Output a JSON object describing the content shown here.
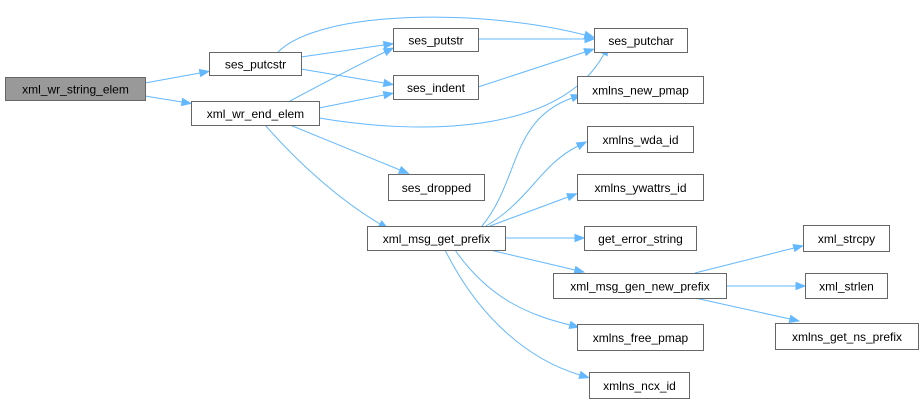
{
  "diagram": {
    "type": "call-graph",
    "colors": {
      "edge": "#63b8ff",
      "root_fill": "#999999",
      "node_fill": "#ffffff",
      "node_border": "#666666"
    },
    "nodes": [
      {
        "id": "xml_wr_string_elem",
        "label": "xml_wr_string_elem",
        "root": true
      },
      {
        "id": "ses_putcstr",
        "label": "ses_putcstr"
      },
      {
        "id": "xml_wr_end_elem",
        "label": "xml_wr_end_elem"
      },
      {
        "id": "ses_putstr",
        "label": "ses_putstr"
      },
      {
        "id": "ses_indent",
        "label": "ses_indent"
      },
      {
        "id": "ses_putchar",
        "label": "ses_putchar"
      },
      {
        "id": "ses_dropped",
        "label": "ses_dropped"
      },
      {
        "id": "xml_msg_get_prefix",
        "label": "xml_msg_get_prefix"
      },
      {
        "id": "xmlns_new_pmap",
        "label": "xmlns_new_pmap"
      },
      {
        "id": "xmlns_wda_id",
        "label": "xmlns_wda_id"
      },
      {
        "id": "xmlns_ywattrs_id",
        "label": "xmlns_ywattrs_id"
      },
      {
        "id": "get_error_string",
        "label": "get_error_string"
      },
      {
        "id": "xml_msg_gen_new_prefix",
        "label": "xml_msg_gen_new_prefix"
      },
      {
        "id": "xmlns_free_pmap",
        "label": "xmlns_free_pmap"
      },
      {
        "id": "xmlns_ncx_id",
        "label": "xmlns_ncx_id"
      },
      {
        "id": "xml_strcpy",
        "label": "xml_strcpy"
      },
      {
        "id": "xml_strlen",
        "label": "xml_strlen"
      },
      {
        "id": "xmlns_get_ns_prefix",
        "label": "xmlns_get_ns_prefix"
      }
    ],
    "edges": [
      [
        "xml_wr_string_elem",
        "ses_putcstr"
      ],
      [
        "xml_wr_string_elem",
        "xml_wr_end_elem"
      ],
      [
        "ses_putcstr",
        "ses_putchar"
      ],
      [
        "ses_putcstr",
        "ses_putstr"
      ],
      [
        "ses_putcstr",
        "ses_indent"
      ],
      [
        "xml_wr_end_elem",
        "ses_putstr"
      ],
      [
        "xml_wr_end_elem",
        "ses_indent"
      ],
      [
        "xml_wr_end_elem",
        "ses_putchar"
      ],
      [
        "xml_wr_end_elem",
        "ses_dropped"
      ],
      [
        "xml_wr_end_elem",
        "xml_msg_get_prefix"
      ],
      [
        "ses_putstr",
        "ses_putchar"
      ],
      [
        "ses_indent",
        "ses_putchar"
      ],
      [
        "xml_msg_get_prefix",
        "xmlns_new_pmap"
      ],
      [
        "xml_msg_get_prefix",
        "xmlns_wda_id"
      ],
      [
        "xml_msg_get_prefix",
        "xmlns_ywattrs_id"
      ],
      [
        "xml_msg_get_prefix",
        "get_error_string"
      ],
      [
        "xml_msg_get_prefix",
        "xml_msg_gen_new_prefix"
      ],
      [
        "xml_msg_get_prefix",
        "xmlns_free_pmap"
      ],
      [
        "xml_msg_get_prefix",
        "xmlns_ncx_id"
      ],
      [
        "xml_msg_gen_new_prefix",
        "xml_strcpy"
      ],
      [
        "xml_msg_gen_new_prefix",
        "xml_strlen"
      ],
      [
        "xml_msg_gen_new_prefix",
        "xmlns_get_ns_prefix"
      ]
    ]
  }
}
